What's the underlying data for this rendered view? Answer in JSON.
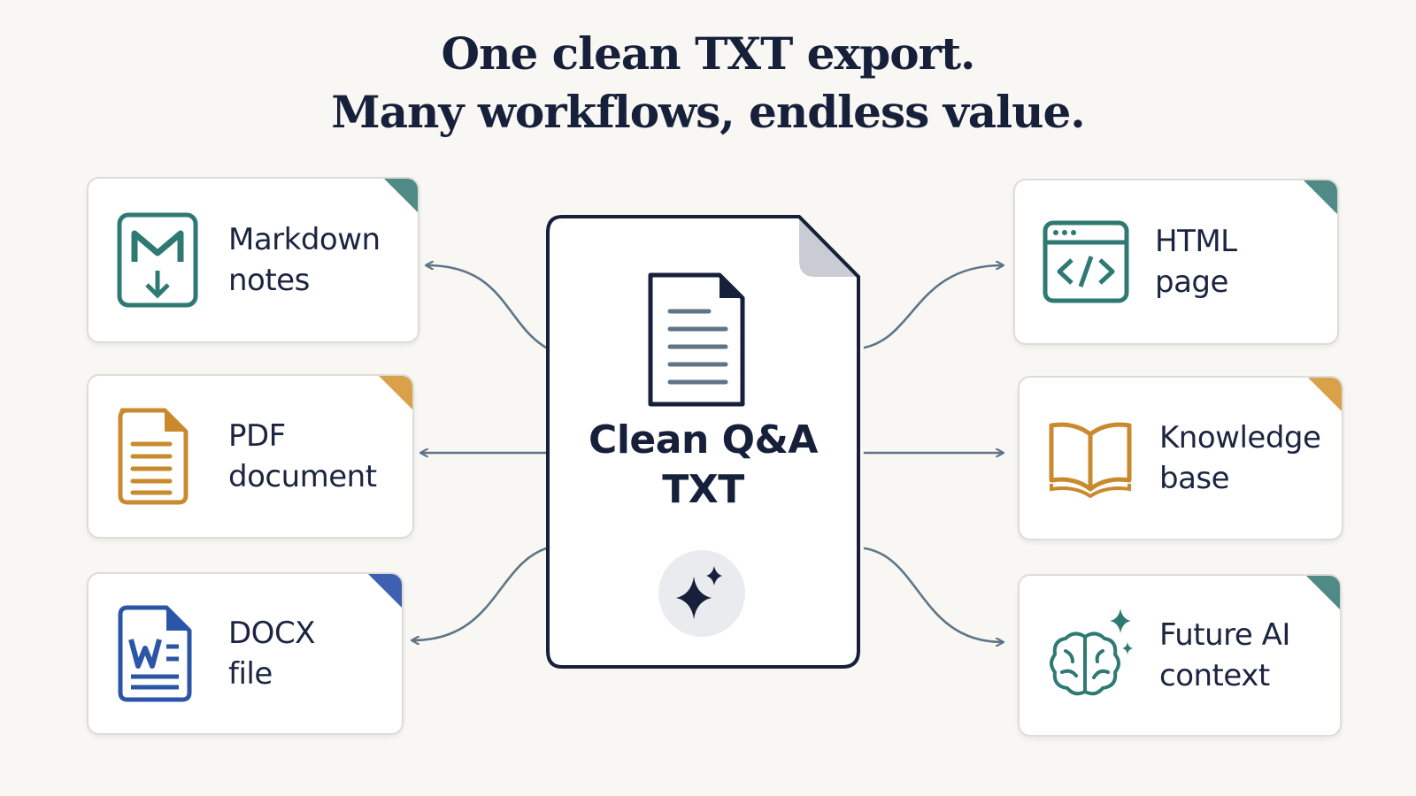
{
  "headline": {
    "line1": "One clean TXT export.",
    "line2": "Many workflows, endless value."
  },
  "center": {
    "line1": "Clean Q&A",
    "line2": "TXT",
    "icon": "sparkle-icon"
  },
  "outputs_left": [
    {
      "line1": "Markdown",
      "line2": "notes",
      "icon": "markdown-icon",
      "accent": "#2e7a72"
    },
    {
      "line1": "PDF",
      "line2": "document",
      "icon": "pdf-document-icon",
      "accent": "#c98a2e"
    },
    {
      "line1": "DOCX",
      "line2": "file",
      "icon": "word-document-icon",
      "accent": "#2b55a6"
    }
  ],
  "outputs_right": [
    {
      "line1": "HTML",
      "line2": "page",
      "icon": "code-window-icon",
      "accent": "#2e7a72"
    },
    {
      "line1": "Knowledge",
      "line2": "base",
      "icon": "open-book-icon",
      "accent": "#c98a2e"
    },
    {
      "line1": "Future AI",
      "line2": "context",
      "icon": "ai-brain-icon",
      "accent": "#2e7a72"
    }
  ],
  "colors": {
    "ink": "#16203a",
    "connector": "#5f7587",
    "teal": "#2e7a72",
    "gold": "#c98a2e",
    "blue": "#2b55a6",
    "background": "#f8f7f3"
  }
}
